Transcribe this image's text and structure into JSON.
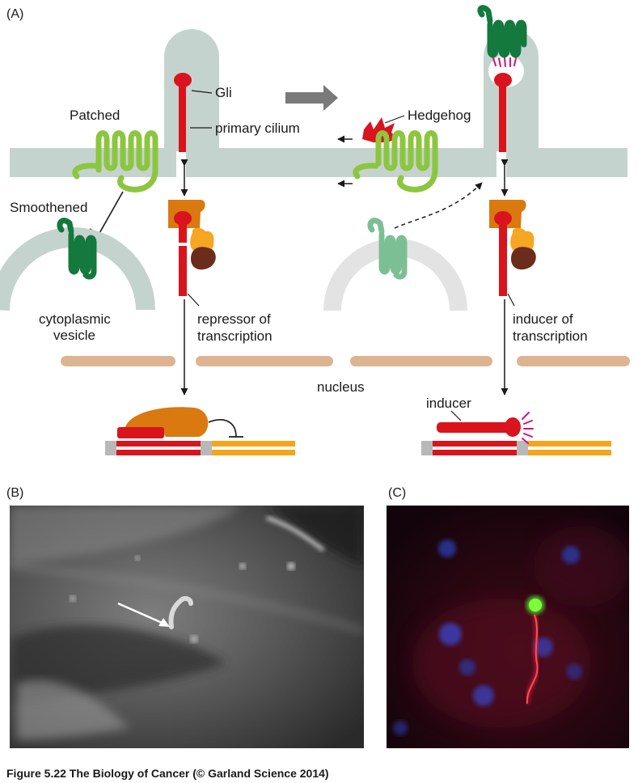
{
  "panel_labels": {
    "a": "(A)",
    "b": "(B)",
    "c": "(C)"
  },
  "labels": {
    "gli": "Gli",
    "primary_cilium": "primary cilium",
    "patched": "Patched",
    "smoothened": "Smoothened",
    "cytoplasmic_1": "cytoplasmic",
    "cytoplasmic_2": "vesicle",
    "repressor_1": "repressor of",
    "repressor_2": "transcription",
    "hedgehog": "Hedgehog",
    "inducer_1": "inducer of",
    "inducer_2": "transcription",
    "nucleus": "nucleus",
    "inducer": "inducer"
  },
  "caption": "Figure 5.22  The Biology of Cancer (© Garland Science 2014)",
  "colors": {
    "membrane": "#c5d3ce",
    "gli": "#d9141c",
    "patched": "#8cc63f",
    "smoothened": "#13793d",
    "smoothened_faded": "#7dbf95",
    "complex_orange": "#d9790f",
    "complex_yellow": "#f6a623",
    "complex_brown": "#6b2c1c",
    "nuclear_membrane": "#ddb492",
    "dna": "#f4a51c",
    "hedgehog": "#d9141c",
    "spark": "#d4117a",
    "arrow_gray": "#7a7a7a"
  }
}
